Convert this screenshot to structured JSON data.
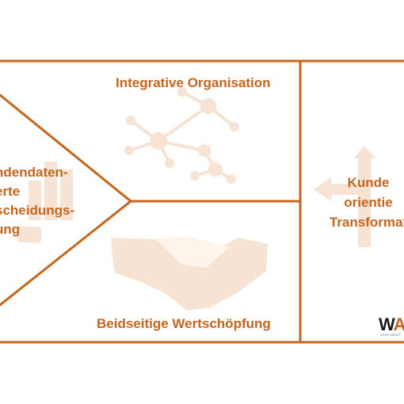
{
  "labels": {
    "integrative": "Integrative Organisation",
    "beidseitige": "Beidseitige Wertschöpfung",
    "left_lines": [
      "ndendaten-",
      "erte",
      "scheidungs-",
      "ung"
    ],
    "right_lines": [
      "Kunde",
      "orientie",
      "Transformat"
    ]
  },
  "logo": {
    "text_main": "W",
    "text_accent": "A",
    "tagline": "WHAT ABOUT"
  },
  "colors": {
    "accent": "#c8651b",
    "watermark": "#f7e3d3"
  },
  "icons": [
    "network-icon",
    "handshake-icon",
    "bar-chart-icon",
    "direction-arrows-icon"
  ]
}
